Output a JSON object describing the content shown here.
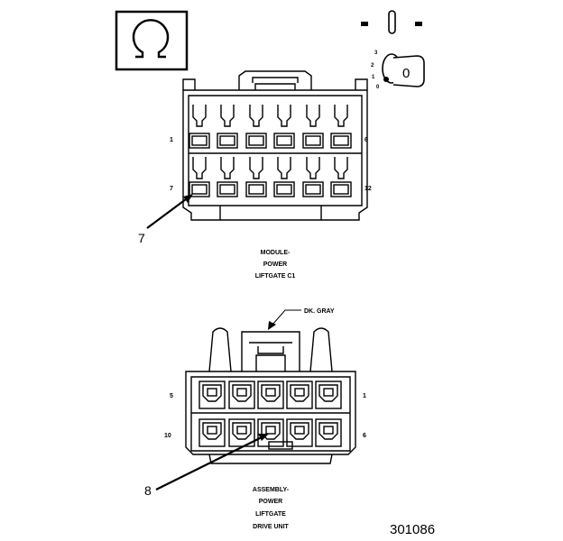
{
  "ohm_symbol": "Ω",
  "ignition_key": {
    "switch_marks": [
      "▪",
      "▪"
    ],
    "positions": [
      "3",
      "2",
      "1",
      "0"
    ],
    "current": "0"
  },
  "connector_c1": {
    "label_lines": [
      "MODULE-",
      "POWER",
      "LIFTGATE C1"
    ],
    "pin_labels": {
      "top_left": "1",
      "top_right": "6",
      "bottom_left": "7",
      "bottom_right": "12"
    },
    "callout": "7"
  },
  "connector_drive": {
    "wire_label": "DK. GRAY",
    "label_lines": [
      "ASSEMBLY-",
      "POWER",
      "LIFTGATE",
      "DRIVE UNIT"
    ],
    "pin_labels": {
      "top_left": "5",
      "top_right": "1",
      "bottom_left": "10",
      "bottom_right": "6"
    },
    "callout": "8"
  },
  "figure_number": "301086"
}
